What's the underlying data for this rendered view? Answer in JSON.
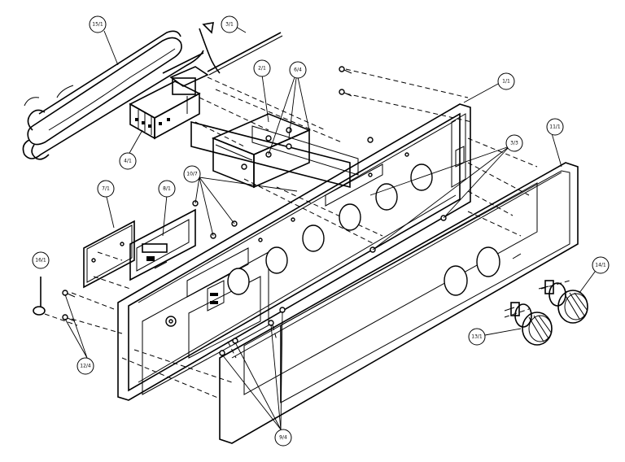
{
  "callouts": {
    "c_15_1": "15/1",
    "c_3_1": "3/1",
    "c_2_1": "2/1",
    "c_6_4": "6/4",
    "c_1_1": "1/1",
    "c_11_1": "11/1",
    "c_3_3": "3/3",
    "c_4_1": "4/1",
    "c_10_7": "10/7",
    "c_7_1": "7/1",
    "c_8_1": "8/1",
    "c_16_1": "16/1",
    "c_12_4": "12/4",
    "c_14_1": "14/1",
    "c_13_1": "13/1",
    "c_9_4": "9/4"
  }
}
